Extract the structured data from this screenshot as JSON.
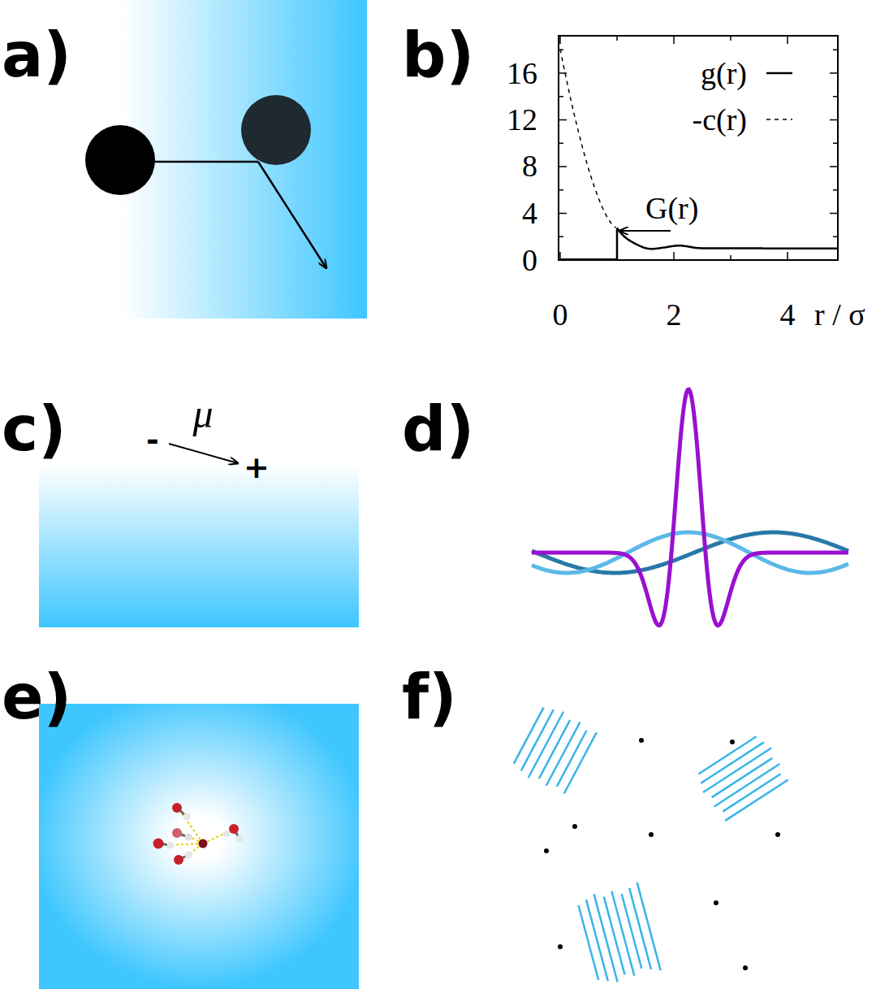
{
  "diagram": {
    "labels": [
      "a)",
      "b)",
      "16",
      "12",
      "8",
      "4",
      "0",
      "0",
      "2",
      "4",
      "r / σ",
      "G(r)",
      "c)",
      "-",
      "μ",
      "+",
      "d)",
      "e)",
      "f)"
    ],
    "legend": [
      {
        "text": "g(r)"
      },
      {
        "text": "-c(r)"
      }
    ]
  }
}
